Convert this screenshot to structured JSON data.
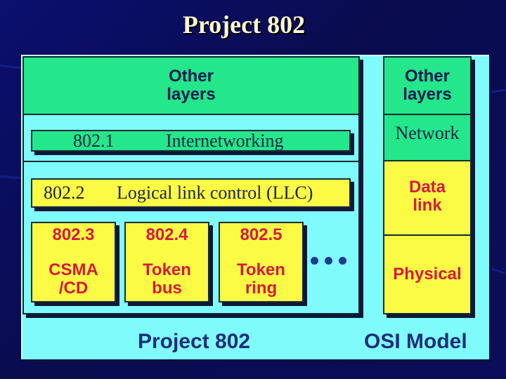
{
  "title": "Project 802",
  "project802": {
    "other_layers": "Other\nlayers",
    "s8021": {
      "num": "802.1",
      "name": "Internetworking"
    },
    "s8022": {
      "num": "802.2",
      "name": "Logical link control (LLC)"
    },
    "mac": [
      {
        "num": "802.3",
        "name": "CSMA\n/CD"
      },
      {
        "num": "802.4",
        "name": "Token\nbus"
      },
      {
        "num": "802.5",
        "name": "Token\nring"
      }
    ],
    "label": "Project 802"
  },
  "osi": {
    "other_layers": "Other\nlayers",
    "network": "Network",
    "data_link": "Data\nlink",
    "physical": "Physical",
    "label": "OSI Model"
  },
  "colors": {
    "background": "#0b0f6e",
    "panel": "#80fbfb",
    "green": "#24e68a",
    "yellow": "#fbfb46",
    "red_text": "#d71a3c",
    "navy_text": "#0b1c50"
  }
}
